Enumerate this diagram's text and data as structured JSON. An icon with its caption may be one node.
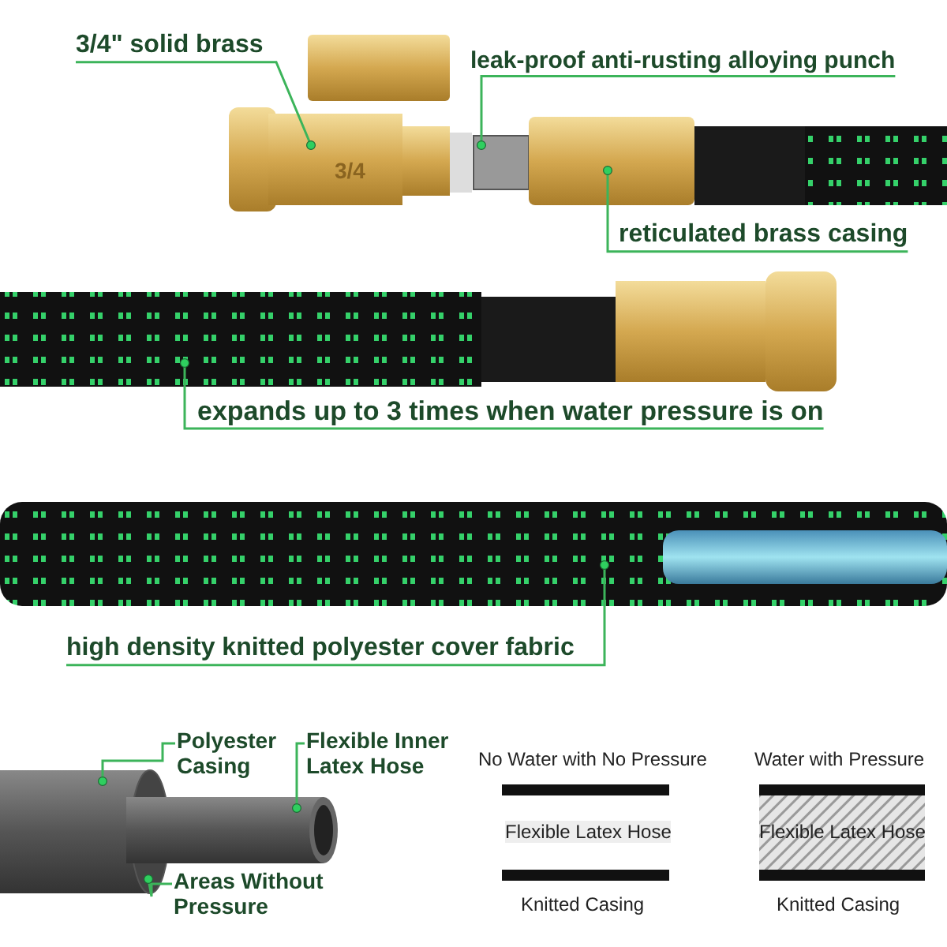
{
  "diagram": {
    "nodes": [
      {
        "text": [
          "3/4\" solid brass"
        ]
      },
      {
        "text": [
          "leak-proof anti-rusting alloying punch"
        ]
      },
      {
        "text": [
          "reticulated brass casing"
        ]
      },
      {
        "text": [
          "expands up to 3 times when water pressure is on"
        ]
      },
      {
        "text": [
          "high density knitted polyester cover fabric"
        ]
      },
      {
        "text": [
          "Polyester Casing"
        ]
      },
      {
        "text": [
          "Flexible Inner Latex Hose"
        ]
      },
      {
        "text": [
          "Areas Without Pressure"
        ]
      },
      {
        "text": [],
        "shape": "picture"
      },
      {
        "text": [],
        "shape": "box"
      },
      {
        "text": [],
        "shape": "picture"
      },
      {
        "text": [],
        "shape": "picture"
      },
      {
        "text": [],
        "shape": "picture"
      },
      {
        "text": [],
        "shape": "picture"
      },
      {
        "text": [],
        "shape": "picture"
      },
      {
        "text": [],
        "shape": "circle"
      }
    ],
    "edges": [
      {
        "from": 0,
        "to": 8,
        "arrow": "other"
      },
      {
        "from": 1,
        "to": 9,
        "arrow": "other"
      },
      {
        "from": 2,
        "to": 10,
        "arrow": "other"
      },
      {
        "from": 3,
        "to": 11,
        "arrow": "other"
      },
      {
        "from": 4,
        "to": 12,
        "arrow": "other"
      },
      {
        "from": 5,
        "to": 13,
        "arrow": "other"
      },
      {
        "from": 6,
        "to": 14,
        "arrow": "other"
      },
      {
        "from": 7,
        "to": 15,
        "arrow": "other"
      }
    ],
    "labels": [
      "3/4",
      "No Water with No Pressure",
      "Flexible Latex Hose",
      "Knitted Casing",
      "Water with Pressure",
      "Flexible Latex Hose",
      "Knitted Casing"
    ]
  }
}
